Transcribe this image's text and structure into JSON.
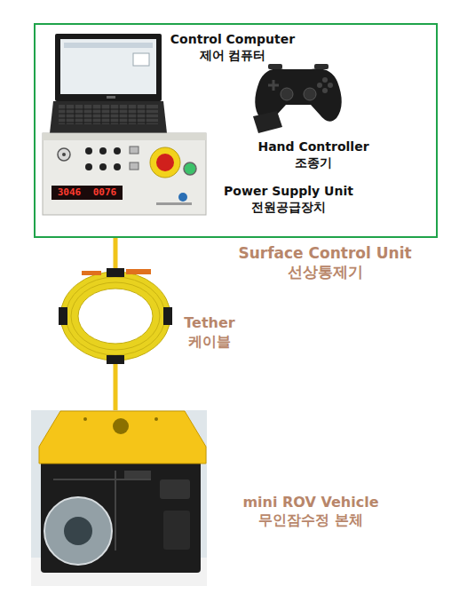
{
  "diagram": {
    "nodes": [
      {
        "text": [
          "Surface Control Unit",
          "선상통제기"
        ]
      },
      {
        "text": [
          "Control Computer",
          "제어 컴퓨터"
        ],
        "in": 0
      },
      {
        "text": [
          "Hand Controller",
          "조종기"
        ],
        "in": 0
      },
      {
        "text": [
          "Power Supply Unit",
          "전원공급장치"
        ],
        "in": 0
      },
      {
        "text": [
          "mini ROV Vehicle",
          "무인잠수정 본체"
        ]
      }
    ],
    "edges": [
      {
        "from": 0,
        "to": 4,
        "arrow": "none"
      }
    ],
    "labels": [
      "Tether",
      "케이블",
      "3046",
      "0076"
    ]
  }
}
